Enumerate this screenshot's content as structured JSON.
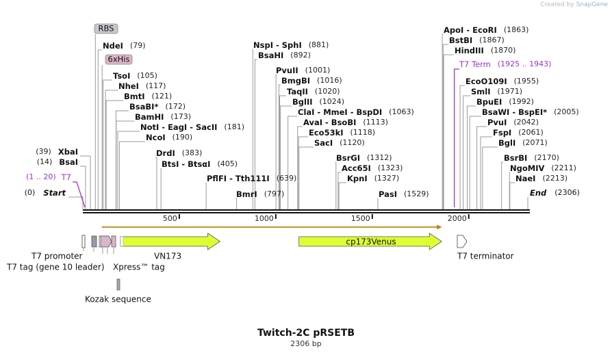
{
  "credit": {
    "prefix": "Created by",
    "brand": "SnapGene"
  },
  "plasmid": {
    "name": "Twitch-2C pRSETB",
    "length_label": "2306 bp"
  },
  "ruler": {
    "min": 0,
    "max": 2306,
    "ticks": [
      500,
      1000,
      1500,
      2000
    ]
  },
  "origin_labels": {
    "start": {
      "pos": "(0)",
      "label": "Start"
    },
    "end": {
      "label": "End",
      "pos": "(2306)"
    }
  },
  "sites": [
    {
      "name": "NdeI",
      "pos": "(79)",
      "bp": 79
    },
    {
      "name": "TsoI",
      "pos": "(105)",
      "bp": 105
    },
    {
      "name": "NheI",
      "pos": "(117)",
      "bp": 117
    },
    {
      "name": "BmtI",
      "pos": "(121)",
      "bp": 121
    },
    {
      "name": "BsaBI",
      "star": "*",
      "pos": "(172)",
      "bp": 172
    },
    {
      "name": "BamHI",
      "pos": "(173)",
      "bp": 173
    },
    {
      "name": "NotI  -  EagI  -  SacII",
      "pos": "(181)",
      "bp": 181
    },
    {
      "name": "NcoI",
      "pos": "(190)",
      "bp": 190
    },
    {
      "name": "DrdI",
      "pos": "(383)",
      "bp": 383
    },
    {
      "name": "BtsI  -  BtsαI",
      "pos": "(405)",
      "bp": 405
    },
    {
      "name": "PflFI  -  Tth111I",
      "pos": "(639)",
      "bp": 639
    },
    {
      "name": "BmrI",
      "pos": "(797)",
      "bp": 797
    },
    {
      "name": "NspI  -  SphI",
      "pos": "(881)",
      "bp": 881
    },
    {
      "name": "BsaHI",
      "pos": "(892)",
      "bp": 892
    },
    {
      "name": "PvuII",
      "pos": "(1001)",
      "bp": 1001
    },
    {
      "name": "BmgBI",
      "pos": "(1016)",
      "bp": 1016
    },
    {
      "name": "TaqII",
      "pos": "(1020)",
      "bp": 1020
    },
    {
      "name": "BglII",
      "pos": "(1024)",
      "bp": 1024
    },
    {
      "name": "ClaI  -  MmeI  -  BspDI",
      "pos": "(1063)",
      "bp": 1063
    },
    {
      "name": "AvaI  -  BsoBI",
      "pos": "(1113)",
      "bp": 1113
    },
    {
      "name": "Eco53kI",
      "pos": "(1118)",
      "bp": 1118
    },
    {
      "name": "SacI",
      "pos": "(1120)",
      "bp": 1120
    },
    {
      "name": "BsrGI",
      "pos": "(1312)",
      "bp": 1312
    },
    {
      "name": "Acc65I",
      "pos": "(1323)",
      "bp": 1323
    },
    {
      "name": "KpnI",
      "pos": "(1327)",
      "bp": 1327
    },
    {
      "name": "PasI",
      "pos": "(1529)",
      "bp": 1529
    },
    {
      "name": "ApoI  -  EcoRI",
      "pos": "(1863)",
      "bp": 1863
    },
    {
      "name": "BstBI",
      "pos": "(1867)",
      "bp": 1867
    },
    {
      "name": "HindIII",
      "pos": "(1870)",
      "bp": 1870
    },
    {
      "name": "EcoO109I",
      "pos": "(1955)",
      "bp": 1955
    },
    {
      "name": "SmlI",
      "pos": "(1971)",
      "bp": 1971
    },
    {
      "name": "BpuEI",
      "pos": "(1992)",
      "bp": 1992
    },
    {
      "name": "BsaWI  -  BspEI",
      "star": "*",
      "pos": "(2005)",
      "bp": 2005
    },
    {
      "name": "PvuI",
      "pos": "(2042)",
      "bp": 2042
    },
    {
      "name": "FspI",
      "pos": "(2061)",
      "bp": 2061
    },
    {
      "name": "BglI",
      "pos": "(2071)",
      "bp": 2071
    },
    {
      "name": "BsrBI",
      "pos": "(2170)",
      "bp": 2170
    },
    {
      "name": "NgoMIV",
      "pos": "(2211)",
      "bp": 2211
    },
    {
      "name": "NaeI",
      "pos": "(2213)",
      "bp": 2213
    }
  ],
  "left_sites": [
    {
      "pos": "(39)",
      "name": "XbaI",
      "bp": 39
    },
    {
      "pos": "(14)",
      "name": "BsaI",
      "bp": 14
    }
  ],
  "primers": [
    {
      "name": "T7",
      "range": "(1 .. 20)",
      "start": 1,
      "end": 20,
      "color": "#9b30d9"
    },
    {
      "name": "T7 Term",
      "range": "(1925 .. 1943)",
      "start": 1925,
      "end": 1943,
      "color": "#9b30d9"
    }
  ],
  "boxed_labels": [
    {
      "name": "RBS",
      "bp": 65,
      "color": "#c7c7cf"
    },
    {
      "name": "6xHis",
      "bp": 100,
      "color": "#dcb4c8"
    }
  ],
  "features": [
    {
      "name": "T7 promoter",
      "start": 1,
      "end": 19,
      "type": "promoter",
      "color": "#ffffff"
    },
    {
      "name": "T7 tag (gene 10 leader)",
      "start": 84,
      "end": 116,
      "type": "box",
      "color": "#999aa8"
    },
    {
      "name": "Xpress™ tag",
      "start": 160,
      "end": 184,
      "type": "box",
      "color": "#d7b7c8"
    },
    {
      "name": "Kozak sequence",
      "start": 180,
      "end": 190,
      "type": "box",
      "color": "#a9a9a9"
    },
    {
      "name": "VN173",
      "start": 191,
      "end": 711,
      "type": "arrow",
      "color": "#ddff33"
    },
    {
      "name": "cp173Venus",
      "start": 1120,
      "end": 1860,
      "type": "arrow",
      "color": "#ddff33"
    },
    {
      "name": "T7 terminator",
      "start": 1885,
      "end": 1933,
      "type": "terminator",
      "color": "#ffffff"
    }
  ],
  "orf": {
    "start": 84,
    "end": 1860,
    "color": "#f5a623"
  },
  "colors": {
    "backbone": "#111111",
    "site_line": "#999999",
    "text": "#111111",
    "pos_text": "#222222",
    "primer": "#9b30d9"
  }
}
